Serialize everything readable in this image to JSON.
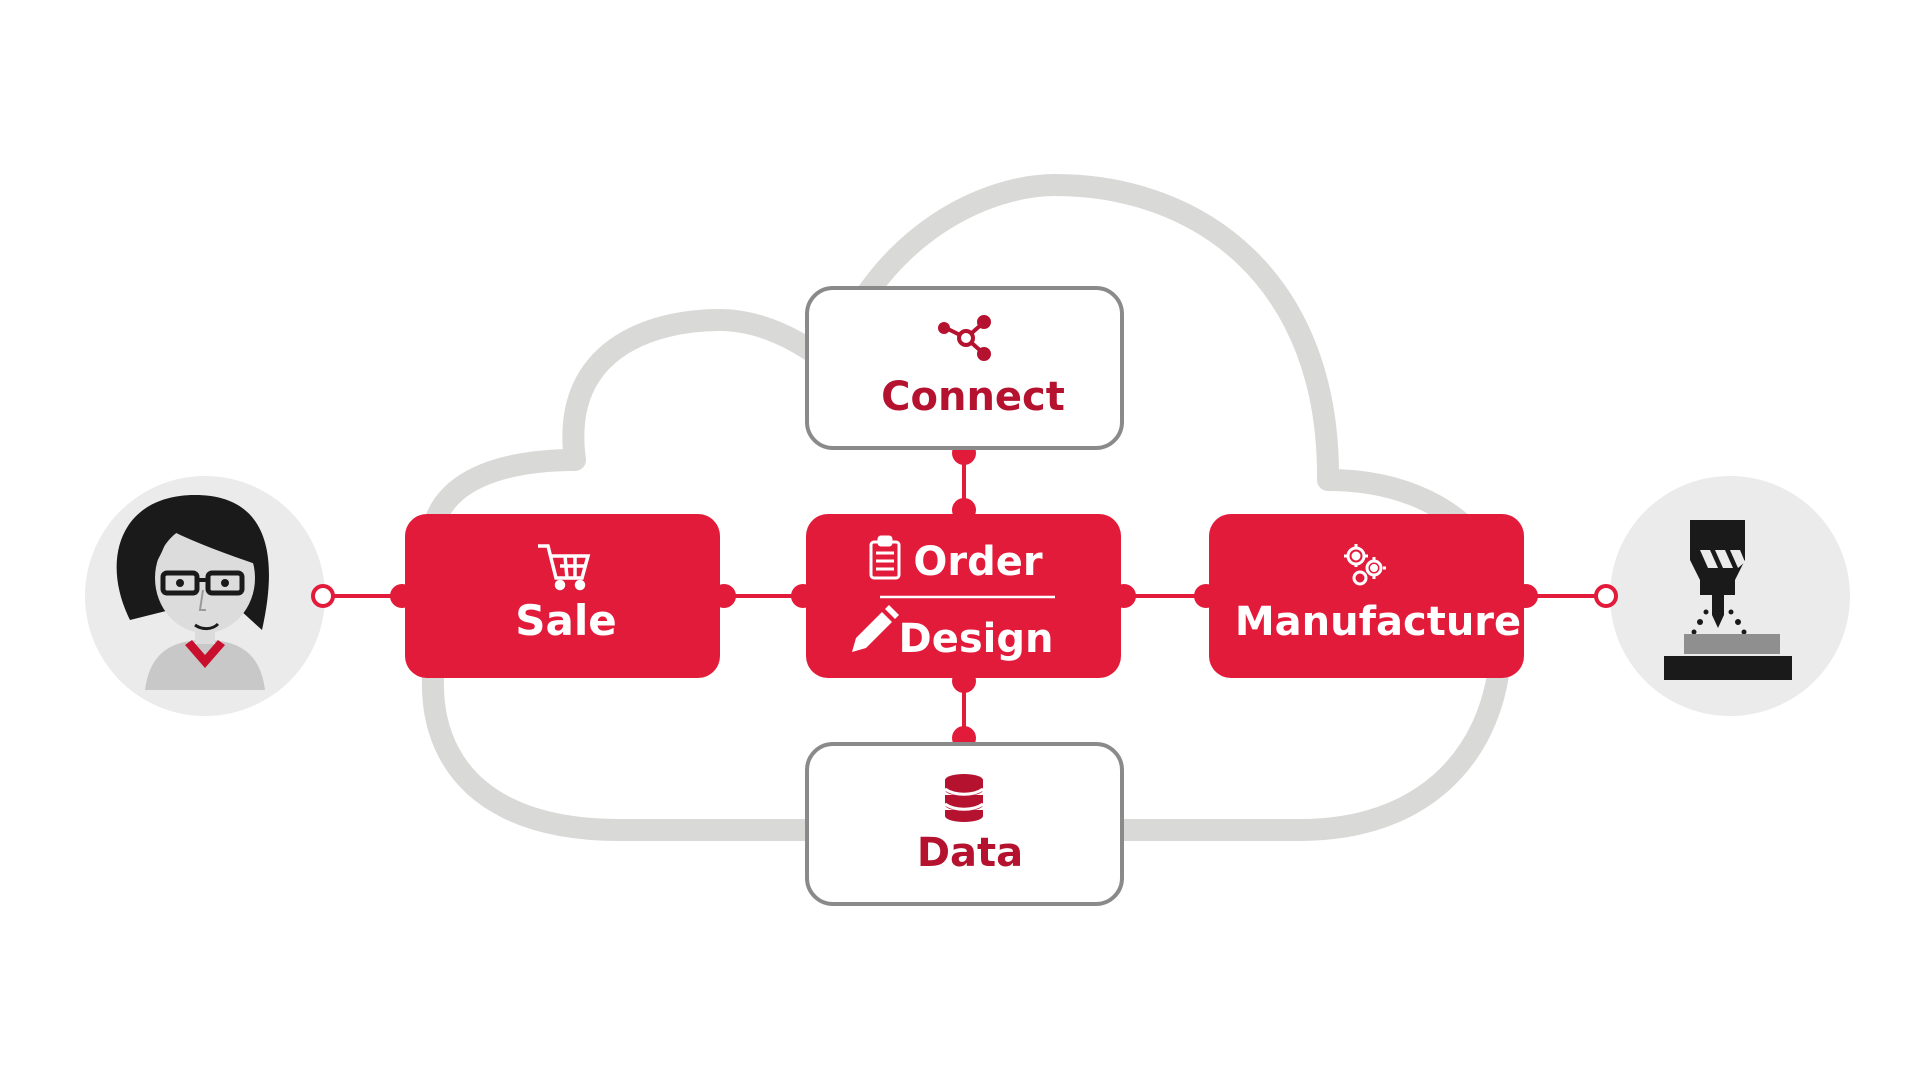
{
  "colors": {
    "accent": "#e31b3b",
    "dark_accent": "#b5122f",
    "cloud_outline": "#d9d9d7",
    "box_outline": "#8a8a8a",
    "circle_fill": "#ebebeb",
    "icon_dark": "#1a1a1a"
  },
  "nodes": {
    "sale": {
      "label": "Sale",
      "icon": "shopping-cart-icon"
    },
    "order": {
      "label": "Order",
      "icon": "clipboard-icon"
    },
    "design": {
      "label": "Design",
      "icon": "pencil-icon"
    },
    "manufacture": {
      "label": "Manufacture",
      "icon": "gears-icon"
    },
    "connect": {
      "label": "Connect",
      "icon": "share-network-icon"
    },
    "data": {
      "label": "Data",
      "icon": "database-icon"
    }
  },
  "endpoints": {
    "left": {
      "icon": "customer-avatar-icon"
    },
    "right": {
      "icon": "milling-machine-icon"
    }
  }
}
